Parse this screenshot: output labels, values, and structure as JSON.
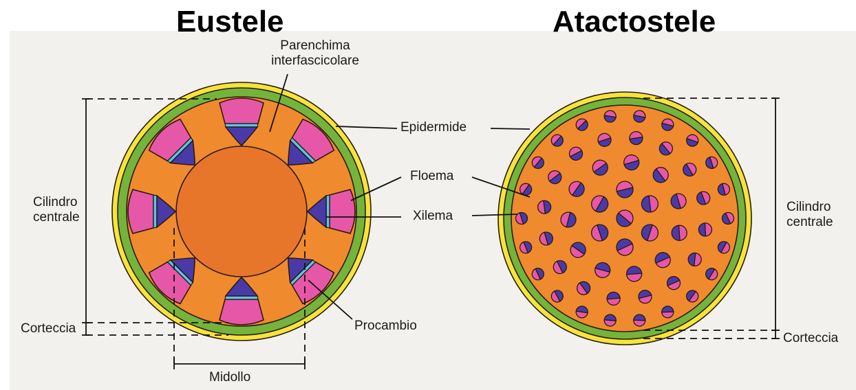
{
  "titles": {
    "left": "Eustele",
    "right": "Atactostele"
  },
  "labels": {
    "parenchima_line1": "Parenchima",
    "parenchima_line2": "interfascicolare",
    "epidermide": "Epidermide",
    "floema": "Floema",
    "xilema": "Xilema",
    "cilindro_left_line1": "Cilindro",
    "cilindro_left_line2": "centrale",
    "corteccia_left": "Corteccia",
    "procambio": "Procambio",
    "midollo": "Midollo",
    "cilindro_right_line1": "Cilindro",
    "cilindro_right_line2": "centrale",
    "corteccia_right": "Corteccia"
  },
  "colors": {
    "paper": "#f2f1ee",
    "yellow_ring": "#f6e33c",
    "green_ring": "#74b43c",
    "cortex_orange": "#f08a2e",
    "pith_orange": "#e8762a",
    "phloem_pink": "#e657a8",
    "xylem_blue": "#4a3aa8",
    "procambium_cyan": "#57c4e6",
    "outline": "#2a1a10"
  }
}
